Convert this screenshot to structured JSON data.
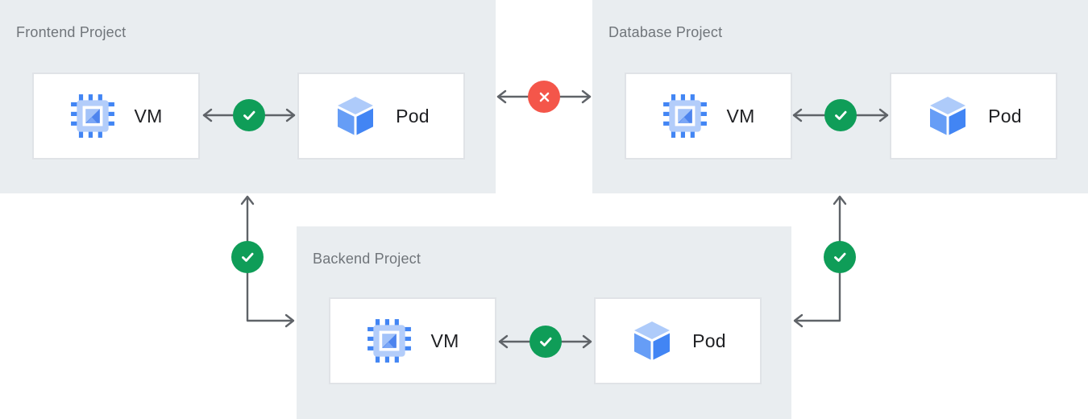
{
  "projects": [
    {
      "title": "Frontend Project",
      "nodes": [
        {
          "label": "VM",
          "icon": "vm-chip-icon"
        },
        {
          "label": "Pod",
          "icon": "pod-cube-icon"
        }
      ],
      "internal_connection": {
        "status": "allowed"
      }
    },
    {
      "title": "Database Project",
      "nodes": [
        {
          "label": "VM",
          "icon": "vm-chip-icon"
        },
        {
          "label": "Pod",
          "icon": "pod-cube-icon"
        }
      ],
      "internal_connection": {
        "status": "allowed"
      }
    },
    {
      "title": "Backend Project",
      "nodes": [
        {
          "label": "VM",
          "icon": "vm-chip-icon"
        },
        {
          "label": "Pod",
          "icon": "pod-cube-icon"
        }
      ],
      "internal_connection": {
        "status": "allowed"
      }
    }
  ],
  "connections": [
    {
      "from": "Frontend Project",
      "to": "Database Project",
      "status": "blocked"
    },
    {
      "from": "Frontend Project",
      "to": "Backend Project",
      "status": "allowed"
    },
    {
      "from": "Database Project",
      "to": "Backend Project",
      "status": "allowed"
    }
  ],
  "colors": {
    "allowed": "#0f9d58",
    "blocked": "#f4564a",
    "panel_bg": "#e9edf0",
    "arrow": "#5f6368",
    "vm_icon_primary": "#4285f4",
    "vm_icon_light": "#b3cdfa",
    "pod_top": "#aecbfa",
    "pod_left": "#669df6",
    "pod_right": "#4285f4"
  }
}
